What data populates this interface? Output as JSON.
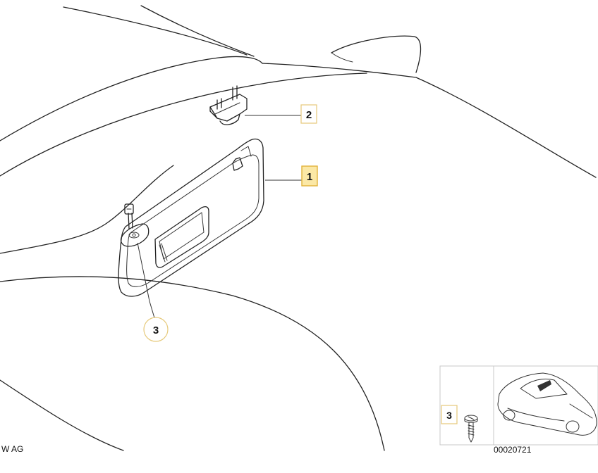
{
  "callouts": {
    "visor": "1",
    "clip": "2",
    "screw": "3"
  },
  "legend": {
    "part_number": "3"
  },
  "footer": {
    "copyright": "W AG",
    "diagram_number": "00020721"
  },
  "colors": {
    "highlight_fill": "#fbe8a6",
    "highlight_border": "#e2b23a",
    "box_border": "#e6c97a",
    "line": "#222222"
  }
}
